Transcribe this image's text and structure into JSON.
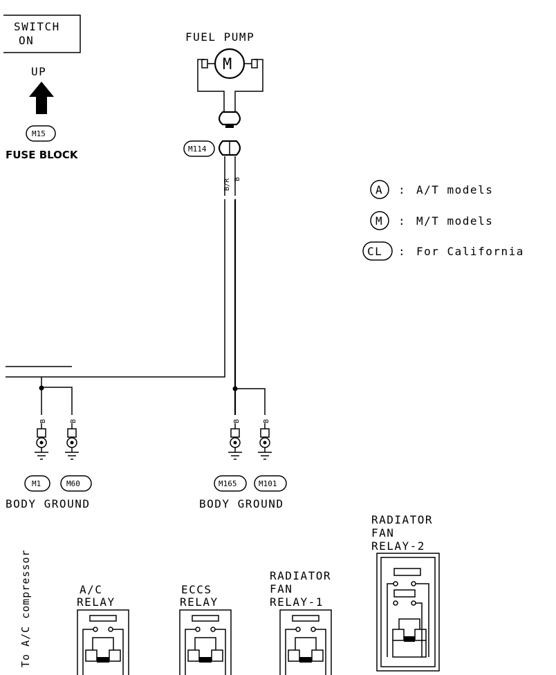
{
  "switch_box": {
    "line1": "SWITCH",
    "line2": "ON"
  },
  "up": {
    "label": "UP"
  },
  "fuse_block": {
    "connector": "M15",
    "label": "FUSE BLOCK"
  },
  "fuel_pump": {
    "label": "FUEL PUMP",
    "motor_symbol": "M",
    "connector": "M114"
  },
  "wires": {
    "b_r": "B/R",
    "b": "B"
  },
  "legend": [
    {
      "code": "A",
      "text": "A/T models"
    },
    {
      "code": "M",
      "text": "M/T models"
    },
    {
      "code": "CL",
      "text": "For California"
    }
  ],
  "ground_left": {
    "connectors": [
      "M1",
      "M60"
    ],
    "label": "BODY GROUND",
    "wire": "B"
  },
  "ground_right": {
    "connectors": [
      "M165",
      "M101"
    ],
    "label": "BODY GROUND",
    "wire": "B"
  },
  "relays": {
    "ac_compressor": "To A/C compressor",
    "ac_relay": {
      "line1": "A/C",
      "line2": "RELAY"
    },
    "eccs_relay": {
      "line1": "ECCS",
      "line2": "RELAY"
    },
    "rad_fan_1": {
      "line1": "RADIATOR",
      "line2": "FAN",
      "line3": "RELAY-1"
    },
    "rad_fan_2": {
      "line1": "RADIATOR",
      "line2": "FAN",
      "line3": "RELAY-2"
    }
  }
}
